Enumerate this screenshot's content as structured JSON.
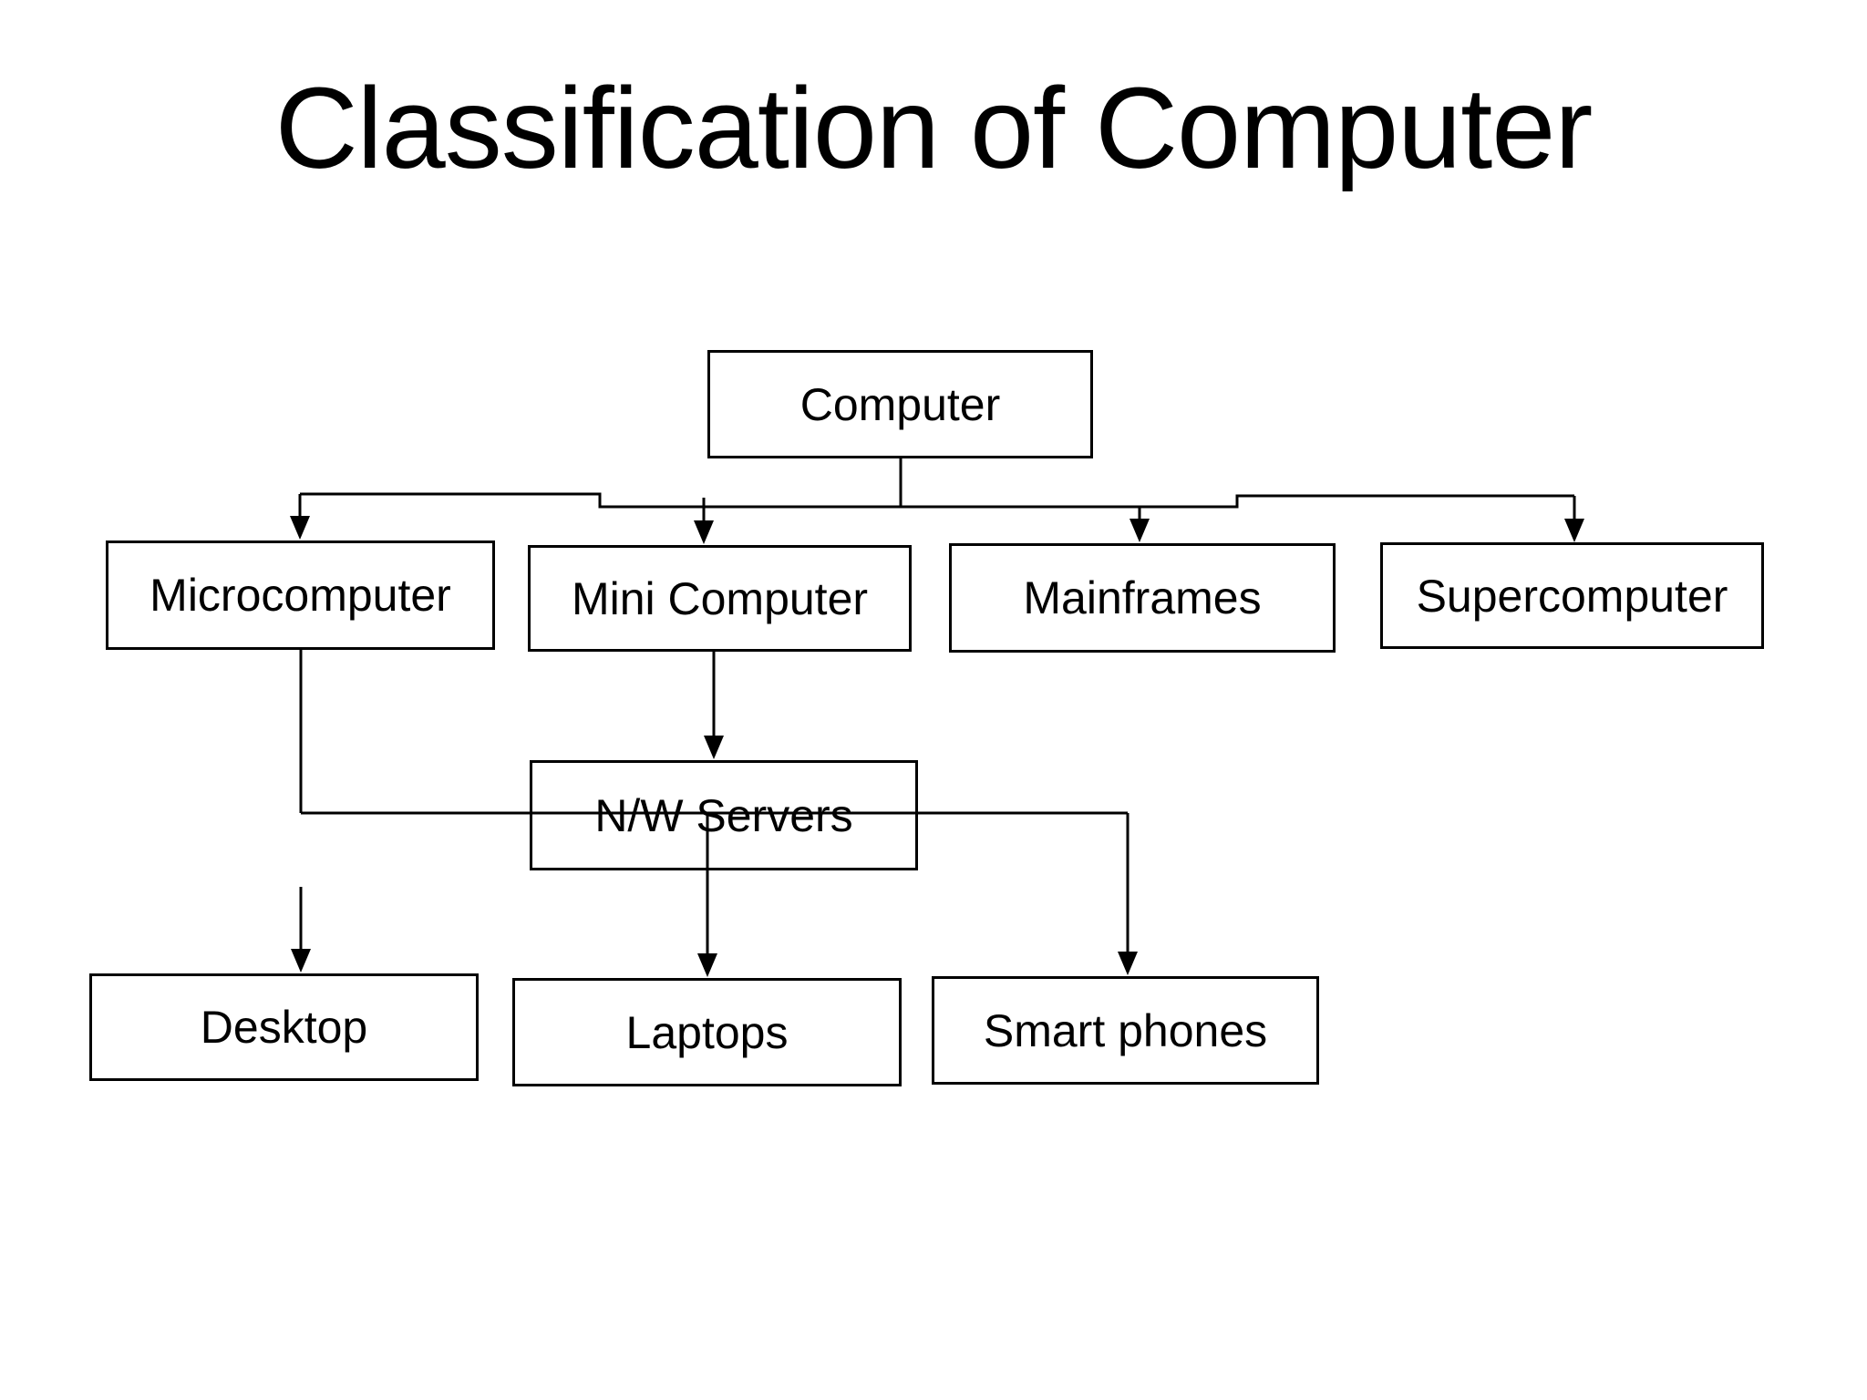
{
  "title": "Classification of Computer",
  "colors": {
    "background": "#ffffff",
    "box_fill": "#ffffff",
    "line": "#000000",
    "text": "#000000"
  },
  "diagram": {
    "nodes": [
      {
        "id": "computer",
        "label": "Computer"
      },
      {
        "id": "microcomputer",
        "label": "Microcomputer"
      },
      {
        "id": "mini-computer",
        "label": "Mini Computer"
      },
      {
        "id": "mainframes",
        "label": "Mainframes"
      },
      {
        "id": "supercomputer",
        "label": "Supercomputer"
      },
      {
        "id": "nw-servers",
        "label": "N/W Servers"
      },
      {
        "id": "desktop",
        "label": "Desktop"
      },
      {
        "id": "laptops",
        "label": "Laptops"
      },
      {
        "id": "smart-phones",
        "label": "Smart phones"
      }
    ],
    "edges": [
      {
        "from": "Computer",
        "to": "Microcomputer"
      },
      {
        "from": "Computer",
        "to": "Mini Computer"
      },
      {
        "from": "Computer",
        "to": "Mainframes"
      },
      {
        "from": "Computer",
        "to": "Supercomputer"
      },
      {
        "from": "Mini Computer",
        "to": "N/W Servers"
      },
      {
        "from": "Microcomputer",
        "to": "Desktop"
      },
      {
        "from": "Microcomputer",
        "to": "Laptops"
      },
      {
        "from": "Microcomputer",
        "to": "Smart phones"
      }
    ]
  }
}
